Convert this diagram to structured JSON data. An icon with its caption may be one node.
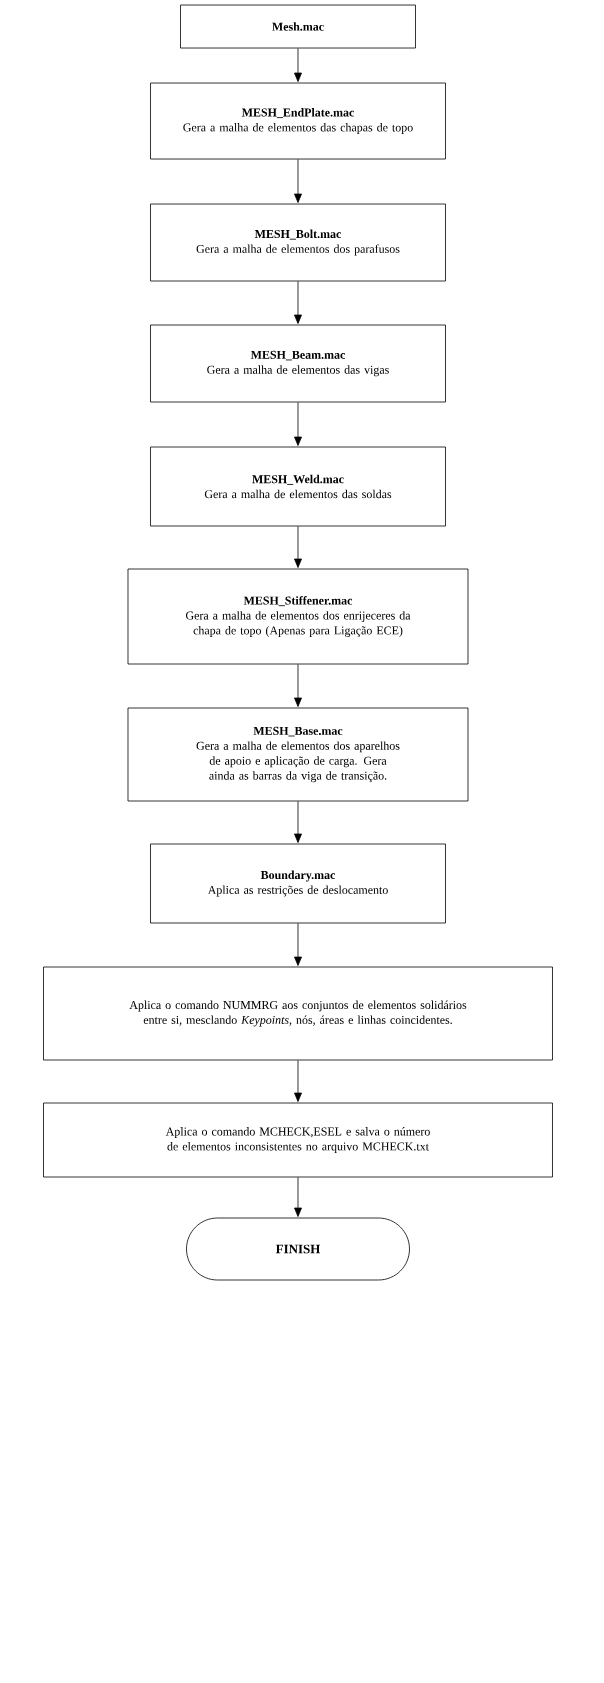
{
  "diagram": {
    "nodes": [
      {
        "text": [
          "Mesh.mac"
        ]
      },
      {
        "text": [
          "MESH_EndPlate.mac",
          "Gera a malha de elementos das chapas de topo"
        ]
      },
      {
        "text": [
          "MESH_Bolt.mac",
          "Gera a malha de elementos dos parafusos"
        ]
      },
      {
        "text": [
          "MESH_Beam.mac",
          "Gera a malha de elementos das vigas"
        ]
      },
      {
        "text": [
          "MESH_Weld.mac",
          "Gera a malha de elementos das soldas"
        ]
      },
      {
        "text": [
          "MESH_Stiffener.mac",
          "Gera a malha de elementos dos enrijeceres da chapa de topo (Apenas para Ligação ECE)"
        ]
      },
      {
        "text": [
          "MESH_Base.mac",
          "Gera a malha de elementos dos aparelhos de apoio e aplicação de carga. Gera ainda as barras da viga de transição."
        ]
      },
      {
        "text": [
          "Boundary.mac",
          "Aplica as restrições de deslocamento"
        ]
      },
      {
        "text": [
          "Aplica o comando NUMMRG aos conjuntos de elementos solidários entre si, mesclando *Keypoints*, nós, áreas e linhas coincidentes."
        ]
      },
      {
        "text": [
          "Aplica o comando MCHECK,ESEL e salva o número de elementos inconsistentes no arquivo MCHECK.txt"
        ]
      },
      {
        "text": [
          "FINISH"
        ]
      }
    ],
    "edges": [
      {
        "from": 0,
        "to": 1,
        "arrow": "to"
      },
      {
        "from": 1,
        "to": 2,
        "arrow": "to"
      },
      {
        "from": 2,
        "to": 3,
        "arrow": "to"
      },
      {
        "from": 3,
        "to": 4,
        "arrow": "to"
      },
      {
        "from": 4,
        "to": 5,
        "arrow": "to"
      },
      {
        "from": 5,
        "to": 6,
        "arrow": "to"
      },
      {
        "from": 6,
        "to": 7,
        "arrow": "to"
      },
      {
        "from": 7,
        "to": 8,
        "arrow": "to"
      },
      {
        "from": 8,
        "to": 9,
        "arrow": "to"
      },
      {
        "from": 9,
        "to": 10,
        "arrow": "to"
      }
    ]
  }
}
